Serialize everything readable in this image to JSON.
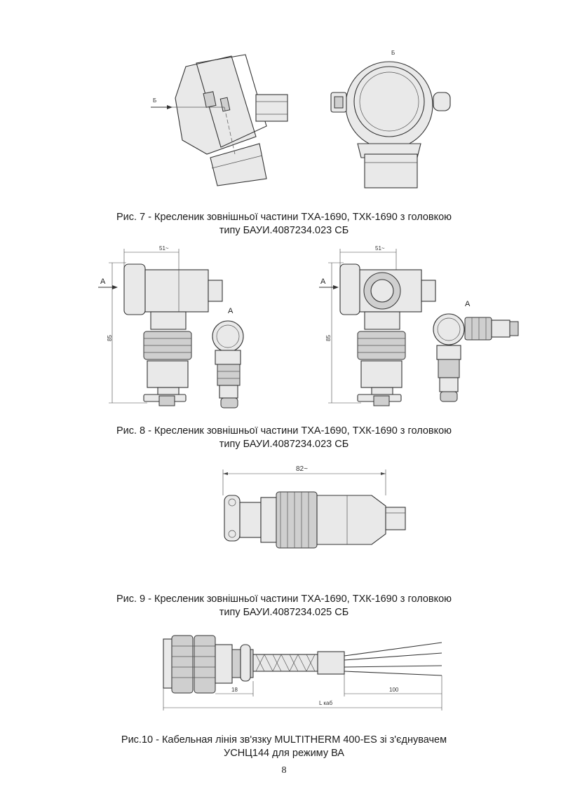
{
  "figures": [
    {
      "id": "fig7",
      "labels": {
        "view_arrow": "Б",
        "view_mark": "Б"
      },
      "caption": [
        "Рис. 7 - Кресленик зовнішньої частини ТХА-1690, ТХК-1690 з головкою",
        "типу БАУИ.4087234.023 СБ"
      ]
    },
    {
      "id": "fig8",
      "labels": {
        "dim_width_left": "51~",
        "dim_width_right": "51~",
        "dim_height_left": "85",
        "dim_height_right": "85",
        "arrow_left": "A",
        "arrow_right": "A",
        "view_left": "A",
        "view_right": "A"
      },
      "caption": [
        "Рис. 8 - Кресленик зовнішньої частини ТХА-1690, ТХК-1690 з головкою",
        "типу  БАУИ.4087234.023 СБ"
      ]
    },
    {
      "id": "fig9",
      "labels": {
        "dim_length": "82~"
      },
      "caption": [
        "Рис. 9 - Кресленик зовнішньої частини  ТХА-1690, ТХК-1690 з головкою",
        "типу БАУИ.4087234.025 СБ"
      ]
    },
    {
      "id": "fig10",
      "labels": {
        "dim_a": "18",
        "dim_b": "100",
        "dim_c": "L каб"
      },
      "caption": [
        "Рис.10 - Кабельная лінія зв'язку MULTITHERM 400-ES  зі з'єднувачем",
        "УСНЦ144 для режиму ВА"
      ]
    }
  ],
  "page_number": "8"
}
